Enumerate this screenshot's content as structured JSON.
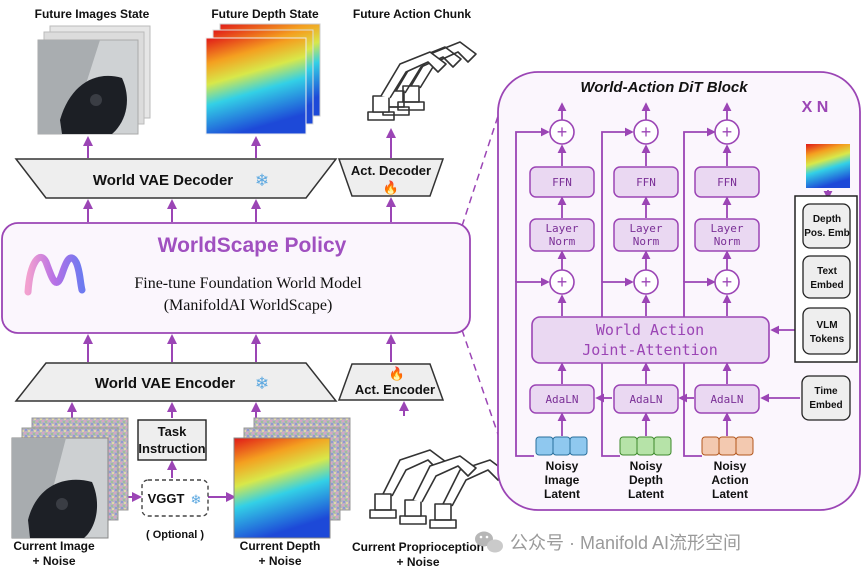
{
  "colors": {
    "purple": "#9b45b5",
    "panel_fill": "#fbf6fd",
    "box_fill": "#ead8f2",
    "gray_fill": "#eeeeee",
    "blue_latent": "#8fc8ef",
    "green_latent": "#b6e3a8",
    "orange_latent": "#f3c9b0"
  },
  "labels": {
    "future_images": "Future Images State",
    "future_depth": "Future Depth State",
    "future_action": "Future Action Chunk",
    "world_vae_decoder": "World VAE Decoder",
    "act_decoder": "Act. Decoder",
    "policy_title": "WorldScape Policy",
    "policy_line1": "Fine-tune Foundation World Model",
    "policy_line2": "(ManifoldAI WorldScape)",
    "world_vae_encoder": "World VAE Encoder",
    "act_encoder": "Act. Encoder",
    "task_line1": "Task",
    "task_line2": "Instruction",
    "vggt": "VGGT",
    "optional": "( Optional )",
    "current_image_1": "Current Image",
    "current_image_2": "+ Noise",
    "current_depth_1": "Current Depth",
    "current_depth_2": "+ Noise",
    "current_prop_1": "Current Proprioception",
    "current_prop_2": "+ Noise"
  },
  "dit": {
    "title": "World-Action DiT Block",
    "repeat": "X N",
    "ffn": "FFN",
    "layer_norm_1": "Layer",
    "layer_norm_2": "Norm",
    "plus": "+",
    "joint_1": "World Action",
    "joint_2": "Joint-Attention",
    "adaln": "AdaLN",
    "cond": {
      "depth_1": "Depth",
      "depth_2": "Pos. Emb",
      "text_1": "Text",
      "text_2": "Embed",
      "vlm_1": "VLM",
      "vlm_2": "Tokens",
      "time_1": "Time",
      "time_2": "Embed"
    },
    "latents": [
      {
        "l1": "Noisy",
        "l2": "Image",
        "l3": "Latent"
      },
      {
        "l1": "Noisy",
        "l2": "Depth",
        "l3": "Latent"
      },
      {
        "l1": "Noisy",
        "l2": "Action",
        "l3": "Latent"
      }
    ]
  },
  "watermark": "公众号 · Manifold AI流形空间",
  "icons": {
    "frozen": "snowflake-icon",
    "trainable": "flame-icon",
    "logo": "manifold-logo-icon",
    "watermark": "wechat-icon"
  }
}
